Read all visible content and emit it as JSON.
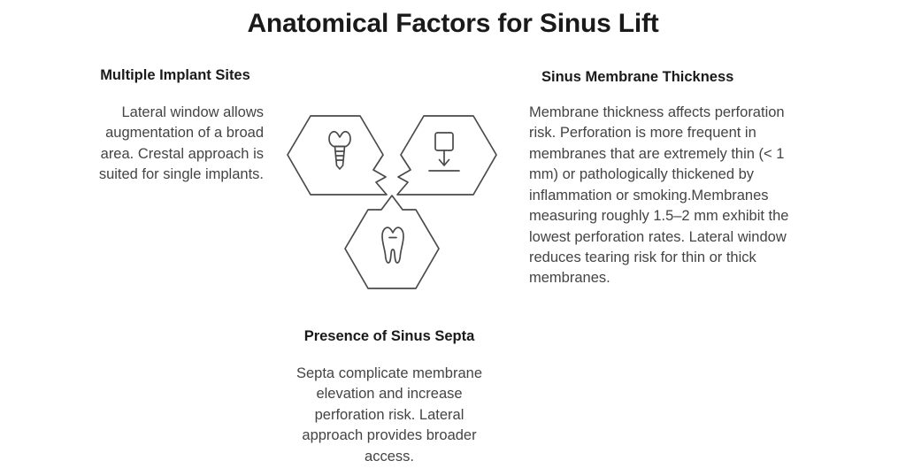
{
  "title": "Anatomical Factors for Sinus Lift",
  "colors": {
    "title": "#1a1a1a",
    "heading": "#1a1a1a",
    "body": "#444444",
    "icon_stroke": "#4a4a4a",
    "background": "#ffffff"
  },
  "sections": {
    "left": {
      "heading": "Multiple Implant Sites",
      "body": "Lateral window allows augmentation of a broad area. Crestal approach is suited for single implants."
    },
    "right": {
      "heading": "Sinus Membrane Thickness",
      "body": "Membrane thickness affects perforation risk. Perforation is more frequent in membranes that are extremely thin (< 1 mm) or pathologically thickened by inflammation or smoking.Membranes measuring roughly 1.5–2 mm exhibit the lowest perforation rates. Lateral window reduces tearing risk for thin or thick membranes."
    },
    "bottom": {
      "heading": "Presence of Sinus Septa",
      "body": "Septa complicate membrane elevation and increase perforation risk. Lateral approach provides broader access."
    }
  },
  "icons": [
    {
      "name": "dental-implant-icon",
      "notch": "right",
      "label": "dental implant with crown and threaded screw"
    },
    {
      "name": "bone-graft-placement-icon",
      "notch": "left",
      "label": "square with downward arrow onto a line"
    },
    {
      "name": "molar-tooth-icon",
      "notch": "top",
      "label": "molar tooth with two roots"
    }
  ]
}
